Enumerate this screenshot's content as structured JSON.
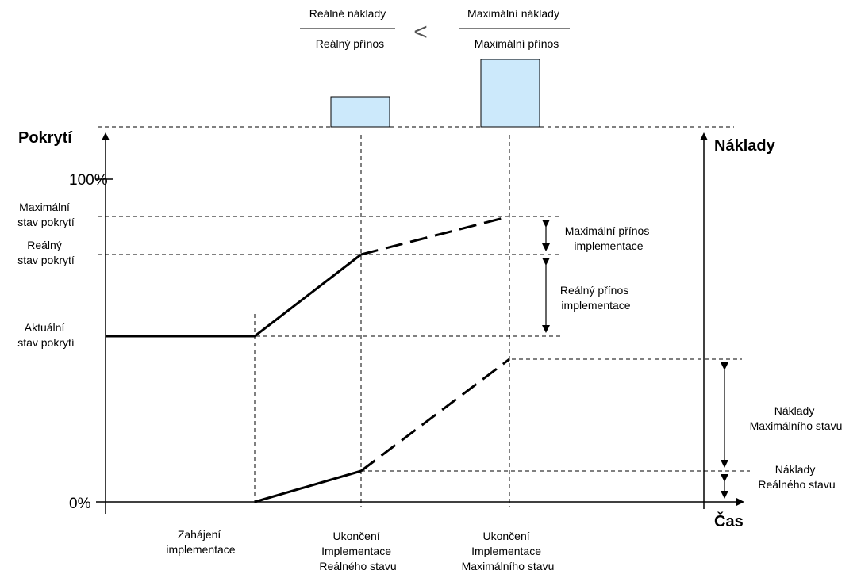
{
  "formula": {
    "real_costs": "Reálné náklady",
    "real_benefit": "Reálný přínos",
    "less_than": "<",
    "max_costs": "Maximální náklady",
    "max_benefit": "Maximální přínos"
  },
  "axes": {
    "y_left_title": "Pokrytí",
    "y_right_title": "Náklady",
    "x_title": "Čas",
    "tick_100": "100%",
    "tick_0": "0%"
  },
  "levels": {
    "max_coverage": [
      "Maximální",
      "stav pokrytí"
    ],
    "real_coverage": [
      "Reálný",
      "stav pokrytí"
    ],
    "current_coverage": [
      "Aktuální",
      "stav pokrytí"
    ]
  },
  "annotations": {
    "max_benefit": [
      "Maximální  přínos",
      "implementace"
    ],
    "real_benefit": [
      "Reálný přínos",
      "implementace"
    ],
    "max_state_costs": [
      "Náklady",
      "Maximálního stavu"
    ],
    "real_state_costs": [
      "Náklady",
      "Reálného stavu"
    ]
  },
  "timeline": {
    "start": [
      "Zahájení",
      "implementace"
    ],
    "end_real": [
      "Ukončení",
      "Implementace",
      "Reálného stavu"
    ],
    "end_max": [
      "Ukončení",
      "Implementace",
      "Maximálního stavu"
    ]
  },
  "colors": {
    "bar_fill": "#cce9fb",
    "line": "#000000"
  }
}
